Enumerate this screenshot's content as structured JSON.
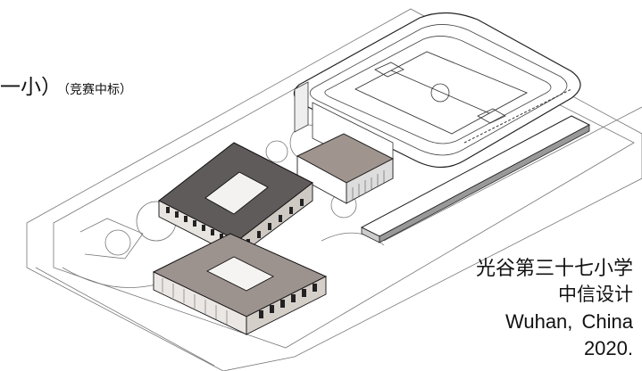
{
  "project_title": {
    "name_fragment": "一小）",
    "note": "（竞赛中标）"
  },
  "caption": {
    "line1": "光谷第三十七小学",
    "line2": "中信设计",
    "line3": "Wuhan,  China",
    "line4": "2020."
  },
  "colors": {
    "dark_roof": "#5e5b5a",
    "light_roof": "#9c928e",
    "line": "#333333",
    "background": "#ffffff"
  }
}
